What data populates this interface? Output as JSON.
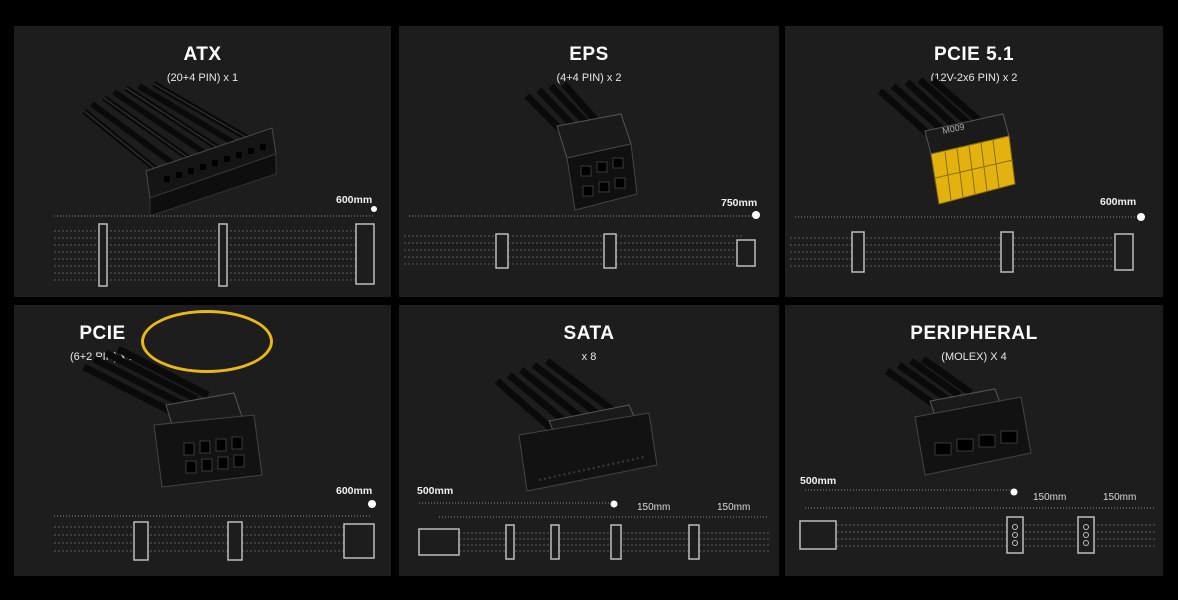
{
  "panels": [
    {
      "title": "ATX",
      "subtitle": "(20+4 PIN) x 1",
      "length": "600mm"
    },
    {
      "title": "EPS",
      "subtitle": "(4+4 PIN) x 2",
      "length": "750mm"
    },
    {
      "title": "PCIE 5.1",
      "subtitle": "(12V-2x6 PIN) x 2",
      "length": "600mm"
    },
    {
      "title": "PCIE",
      "subtitle": "(6+2 PIN) x 1",
      "length": "600mm"
    },
    {
      "title": "SATA",
      "subtitle": "x 8",
      "length": "500mm",
      "seg1": "150mm",
      "seg2": "150mm"
    },
    {
      "title": "PERIPHERAL",
      "subtitle": "(MOLEX) X 4",
      "length": "500mm",
      "seg1": "150mm",
      "seg2": "150mm"
    }
  ],
  "colors": {
    "panel": "#1d1d1d",
    "background": "#000000",
    "highlight": "#e8b818",
    "pcie51_pins": "#e3b20f"
  }
}
